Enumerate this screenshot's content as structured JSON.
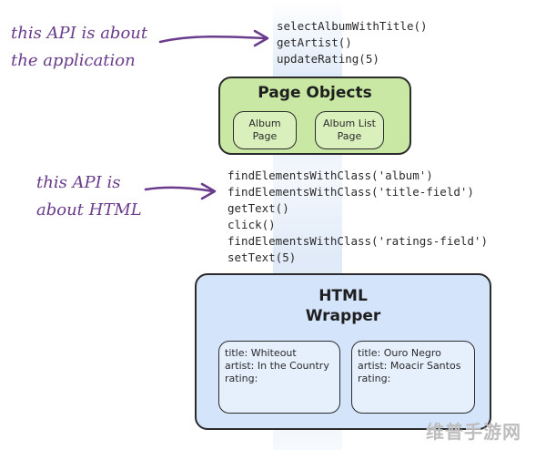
{
  "annotations": {
    "app_api": "this API is about\nthe application",
    "html_api": "this API is\nabout HTML"
  },
  "page_object_calls": [
    "selectAlbumWithTitle()",
    "getArtist()",
    "updateRating(5)"
  ],
  "html_calls": [
    "findElementsWithClass('album')",
    "findElementsWithClass('title-field')",
    "getText()",
    "click()",
    "findElementsWithClass('ratings-field')",
    "setText(5)"
  ],
  "page_objects": {
    "title": "Page Objects",
    "album_page": "Album\nPage",
    "album_list_page": "Album List\nPage"
  },
  "html_wrapper": {
    "title_line1": "HTML",
    "title_line2": "Wrapper",
    "album_1": {
      "title": "title: Whiteout",
      "artist": "artist: In the Country",
      "rating": "rating:"
    },
    "album_2": {
      "title": "title: Ouro Negro",
      "artist": "artist: Moacir Santos",
      "rating": "rating:"
    }
  },
  "watermark": "维普手游网",
  "colors": {
    "annotation": "#6a3b8c",
    "page_objects_fill": "#c8e8a4",
    "html_wrapper_fill": "#d4e4fa"
  }
}
